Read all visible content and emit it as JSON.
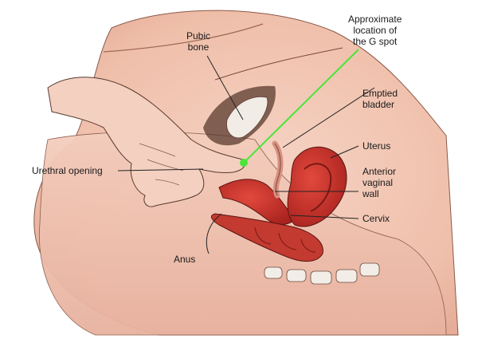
{
  "labels": {
    "pubic_bone": [
      "Pubic",
      "bone"
    ],
    "g_spot": [
      "Approximate",
      "location of",
      "the G spot"
    ],
    "emptied_bladder": [
      "Emptied",
      "bladder"
    ],
    "uterus": "Uterus",
    "urethral_opening": "Urethral opening",
    "anterior_vaginal_wall": [
      "Anterior",
      "vaginal",
      "wall"
    ],
    "cervix": "Cervix",
    "anus": "Anus"
  },
  "colors": {
    "background": "#ffffff",
    "skin": "#f2c6b4",
    "skin_shade": "#e2a793",
    "outline": "#3a2420",
    "organ_red": "#c8302a",
    "organ_dark": "#9b1f1c",
    "bone": "#efe8e2",
    "pointer_green": "#49e63a",
    "leader": "#222222"
  }
}
